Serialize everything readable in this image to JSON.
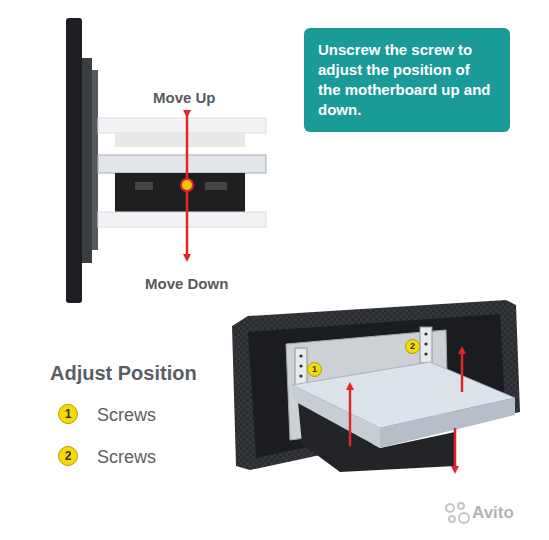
{
  "diagram": {
    "nodes": [
      {
        "text": [
          "Unscrew the screw to adjust the position of the motherboard up and down."
        ]
      }
    ],
    "labels": [
      "Move Up",
      "Move Down",
      "Adjust Position",
      "1",
      "Screws",
      "2",
      "Screws",
      "1",
      "2",
      "Avito"
    ]
  }
}
